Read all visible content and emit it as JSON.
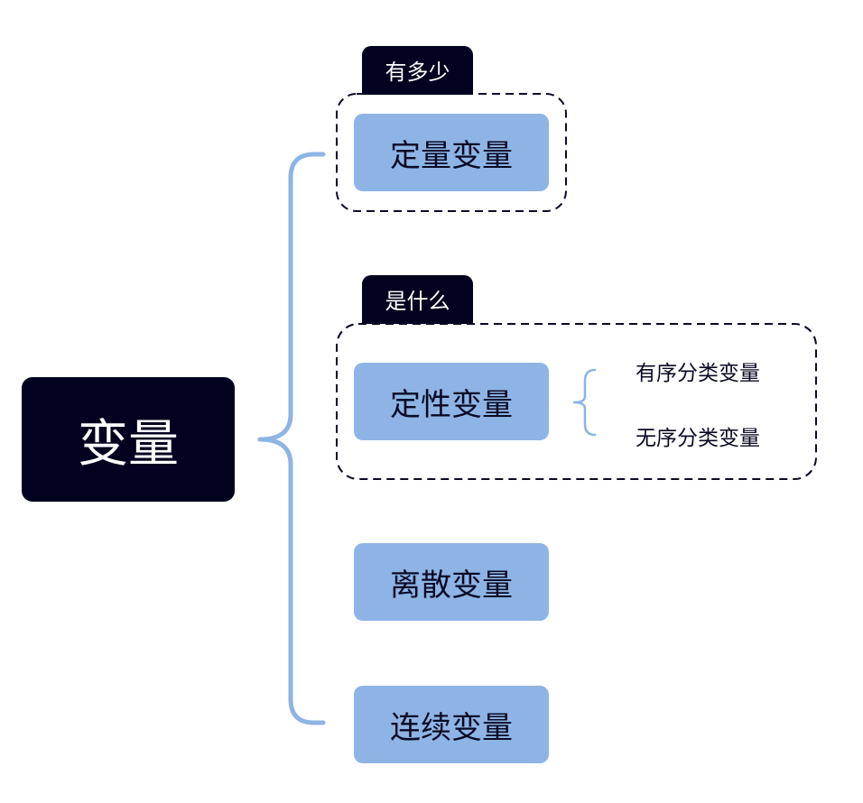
{
  "root": {
    "label": "变量"
  },
  "branches": [
    {
      "label": "定量变量",
      "tag": "有多少"
    },
    {
      "label": "定性变量",
      "tag": "是什么",
      "children": [
        "有序分类变量",
        "无序分类变量"
      ]
    },
    {
      "label": "离散变量"
    },
    {
      "label": "连续变量"
    }
  ],
  "colors": {
    "root_bg": "#020220",
    "branch_bg": "#8db4e5",
    "connector": "#8db4e5",
    "tag_bg": "#020220",
    "dashed_border": "#0a0a24"
  }
}
